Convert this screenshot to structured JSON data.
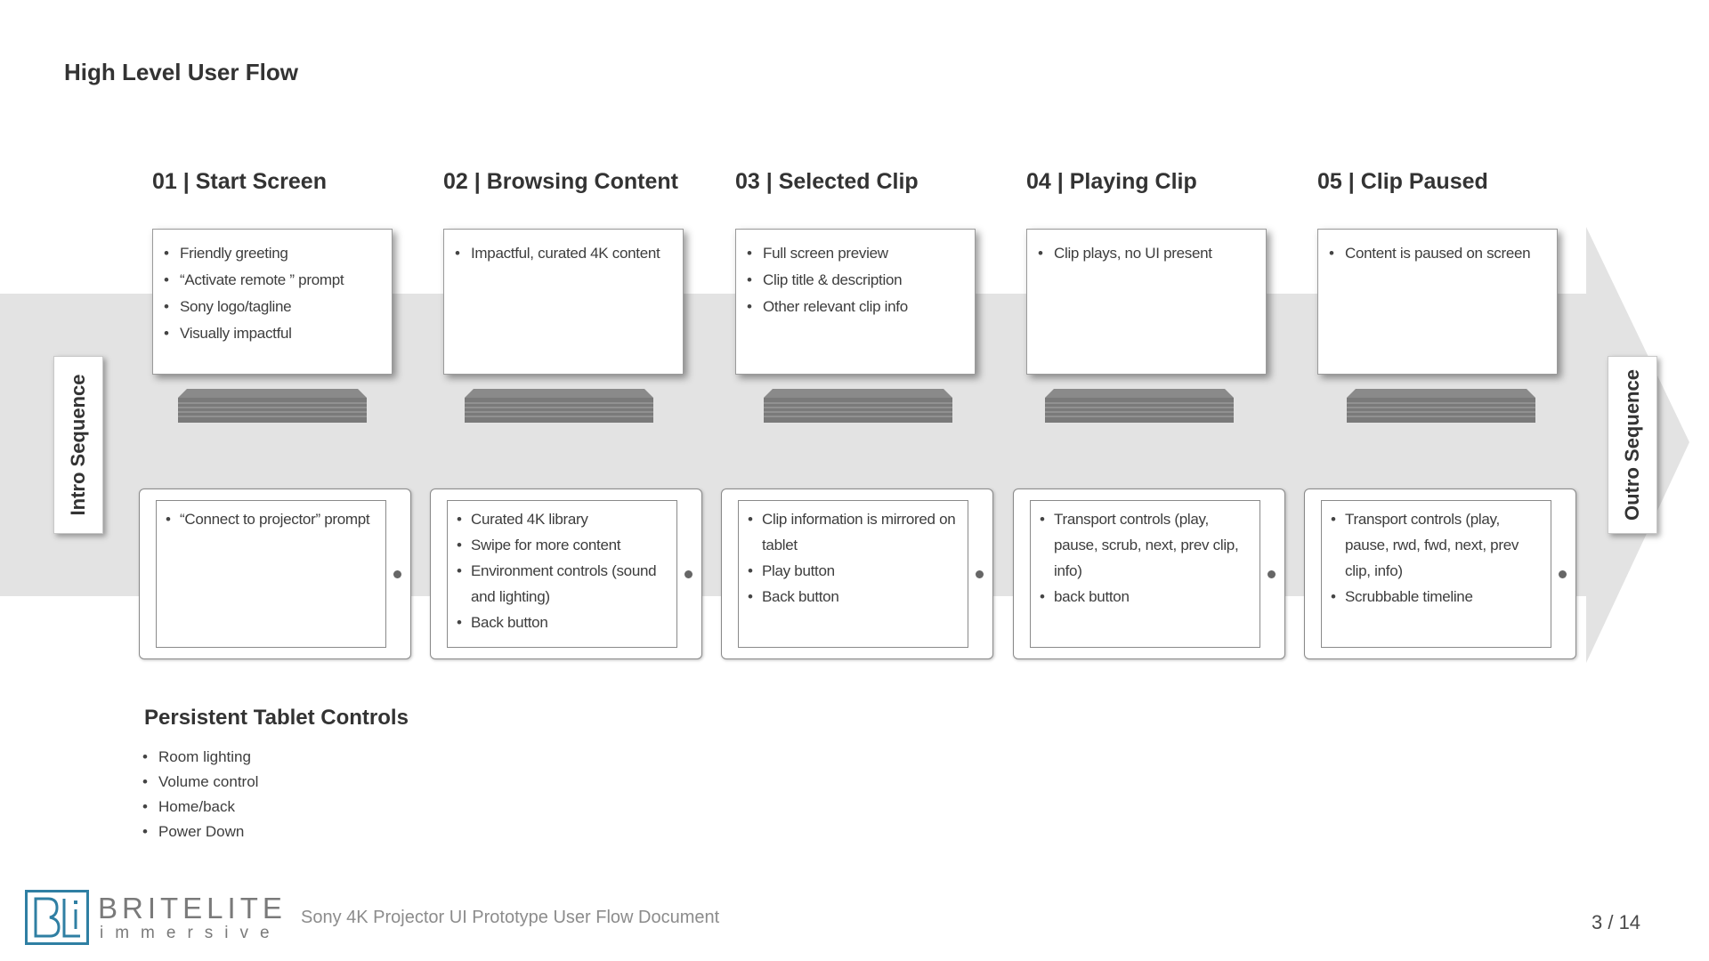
{
  "page": {
    "title": "High Level User Flow",
    "page_number": "3 / 14"
  },
  "sequence": {
    "intro": "Intro Sequence",
    "outro": "Outro Sequence"
  },
  "steps": [
    {
      "title": "01 | Start Screen",
      "screen": [
        "Friendly greeting",
        "“Activate remote ” prompt",
        "Sony logo/tagline",
        "Visually impactful"
      ],
      "tablet": [
        "“Connect to projector” prompt"
      ]
    },
    {
      "title": "02 | Browsing Content",
      "screen": [
        "Impactful, curated 4K content"
      ],
      "tablet": [
        "Curated 4K library",
        "Swipe for more content",
        "Environment controls (sound and lighting)",
        "Back button"
      ]
    },
    {
      "title": "03 | Selected Clip",
      "screen": [
        "Full screen preview",
        "Clip title & description",
        "Other relevant clip info"
      ],
      "tablet": [
        "Clip information is mirrored on tablet",
        "Play button",
        "Back button"
      ]
    },
    {
      "title": "04 | Playing Clip",
      "screen": [
        "Clip plays, no UI present"
      ],
      "tablet": [
        "Transport controls (play, pause, scrub, next, prev clip, info)",
        "back button"
      ]
    },
    {
      "title": "05 | Clip Paused",
      "screen": [
        "Content is paused on screen"
      ],
      "tablet": [
        "Transport controls (play, pause, rwd, fwd, next, prev clip, info)",
        "Scrubbable timeline"
      ]
    }
  ],
  "persistent_controls": {
    "title": "Persistent Tablet Controls",
    "items": [
      "Room lighting",
      "Volume control",
      "Home/back",
      "Power Down"
    ]
  },
  "footer": {
    "brand": "BRITELITE",
    "brand_sub": "immersive",
    "document_title": "Sony 4K Projector UI Prototype User Flow Document"
  },
  "colors": {
    "arrow_fill": "#e3e3e3",
    "logo_blue": "#2f7fa3",
    "text_dark": "#333333"
  }
}
